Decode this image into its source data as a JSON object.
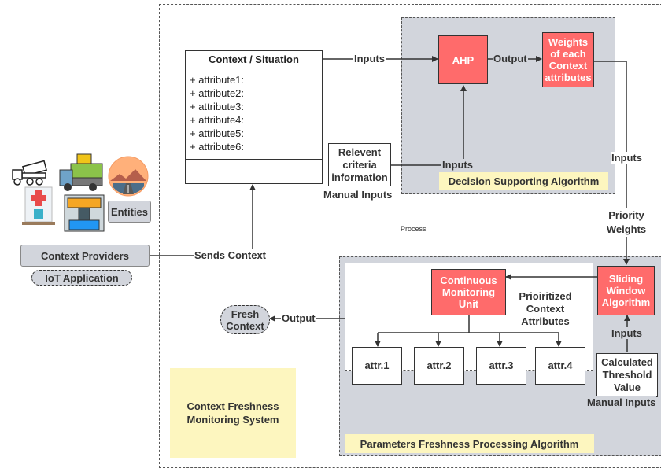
{
  "process_label": "Process",
  "context_box": {
    "title": "Context / Situation",
    "attributes": [
      "+ attribute1:",
      "+ attribute2:",
      "+ attribute3:",
      "+ attribute4:",
      "+ attribute5:",
      "+ attribute6:"
    ]
  },
  "dsa": {
    "ahp": "AHP",
    "weights": "Weights of each Context attributes",
    "caption": "Decision Supporting Algorithm",
    "criteria": "Relevent criteria information",
    "manual_inputs": "Manual Inputs"
  },
  "edges": {
    "inputs_ctx_ahp": "Inputs",
    "output_ahp_weights": "Output",
    "inputs_criteria_ahp": "Inputs",
    "inputs_weights_sliding": "Inputs",
    "priority_weights": "Priority Weights",
    "sends_context": "Sends Context",
    "output_fresh": "Output",
    "inputs_threshold_sliding": "Inputs"
  },
  "left": {
    "entities": "Entities",
    "context_providers": "Context Providers",
    "iot_application": "IoT Application"
  },
  "pfpa": {
    "cmu": "Continuous Monitoring Unit",
    "prioritized": "Prioiritized Context Attributes",
    "sliding": "Sliding Window Algorithm",
    "threshold": "Calculated Threshold Value",
    "manual_inputs": "Manual Inputs",
    "attrs": [
      "attr.1",
      "attr.2",
      "attr.3",
      "attr.4"
    ],
    "caption": "Parameters Freshness Processing Algorithm"
  },
  "fresh_context": "Fresh Context",
  "system_name": "Context Freshness Monitoring System"
}
